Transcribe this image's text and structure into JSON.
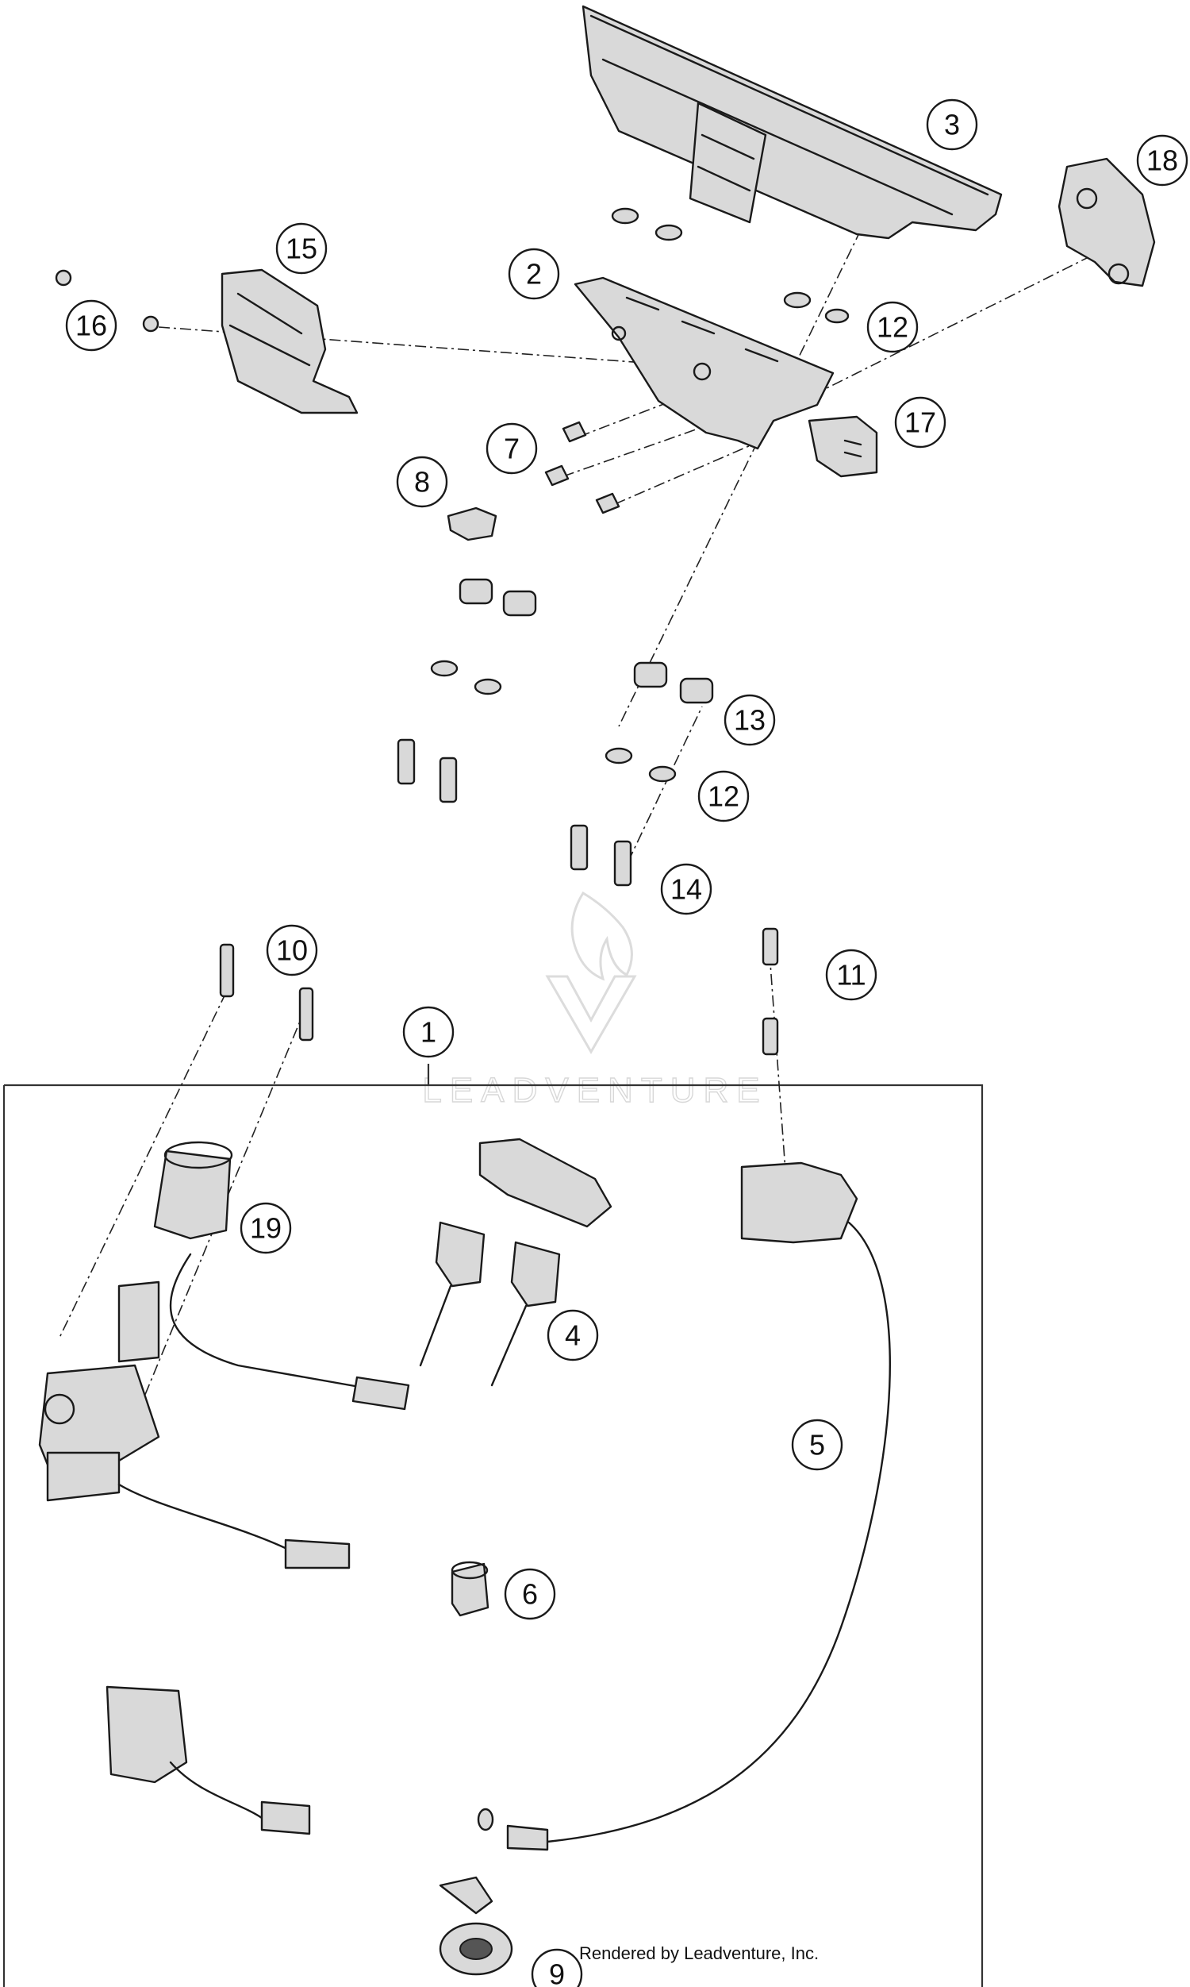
{
  "diagram": {
    "callouts": [
      "1",
      "2",
      "3",
      "4",
      "5",
      "6",
      "7",
      "8",
      "9",
      "10",
      "11",
      "12",
      "12",
      "13",
      "14",
      "15",
      "16",
      "17",
      "18",
      "19"
    ],
    "watermark": "LEADVENTURE",
    "credit": "Rendered by Leadventure, Inc."
  }
}
